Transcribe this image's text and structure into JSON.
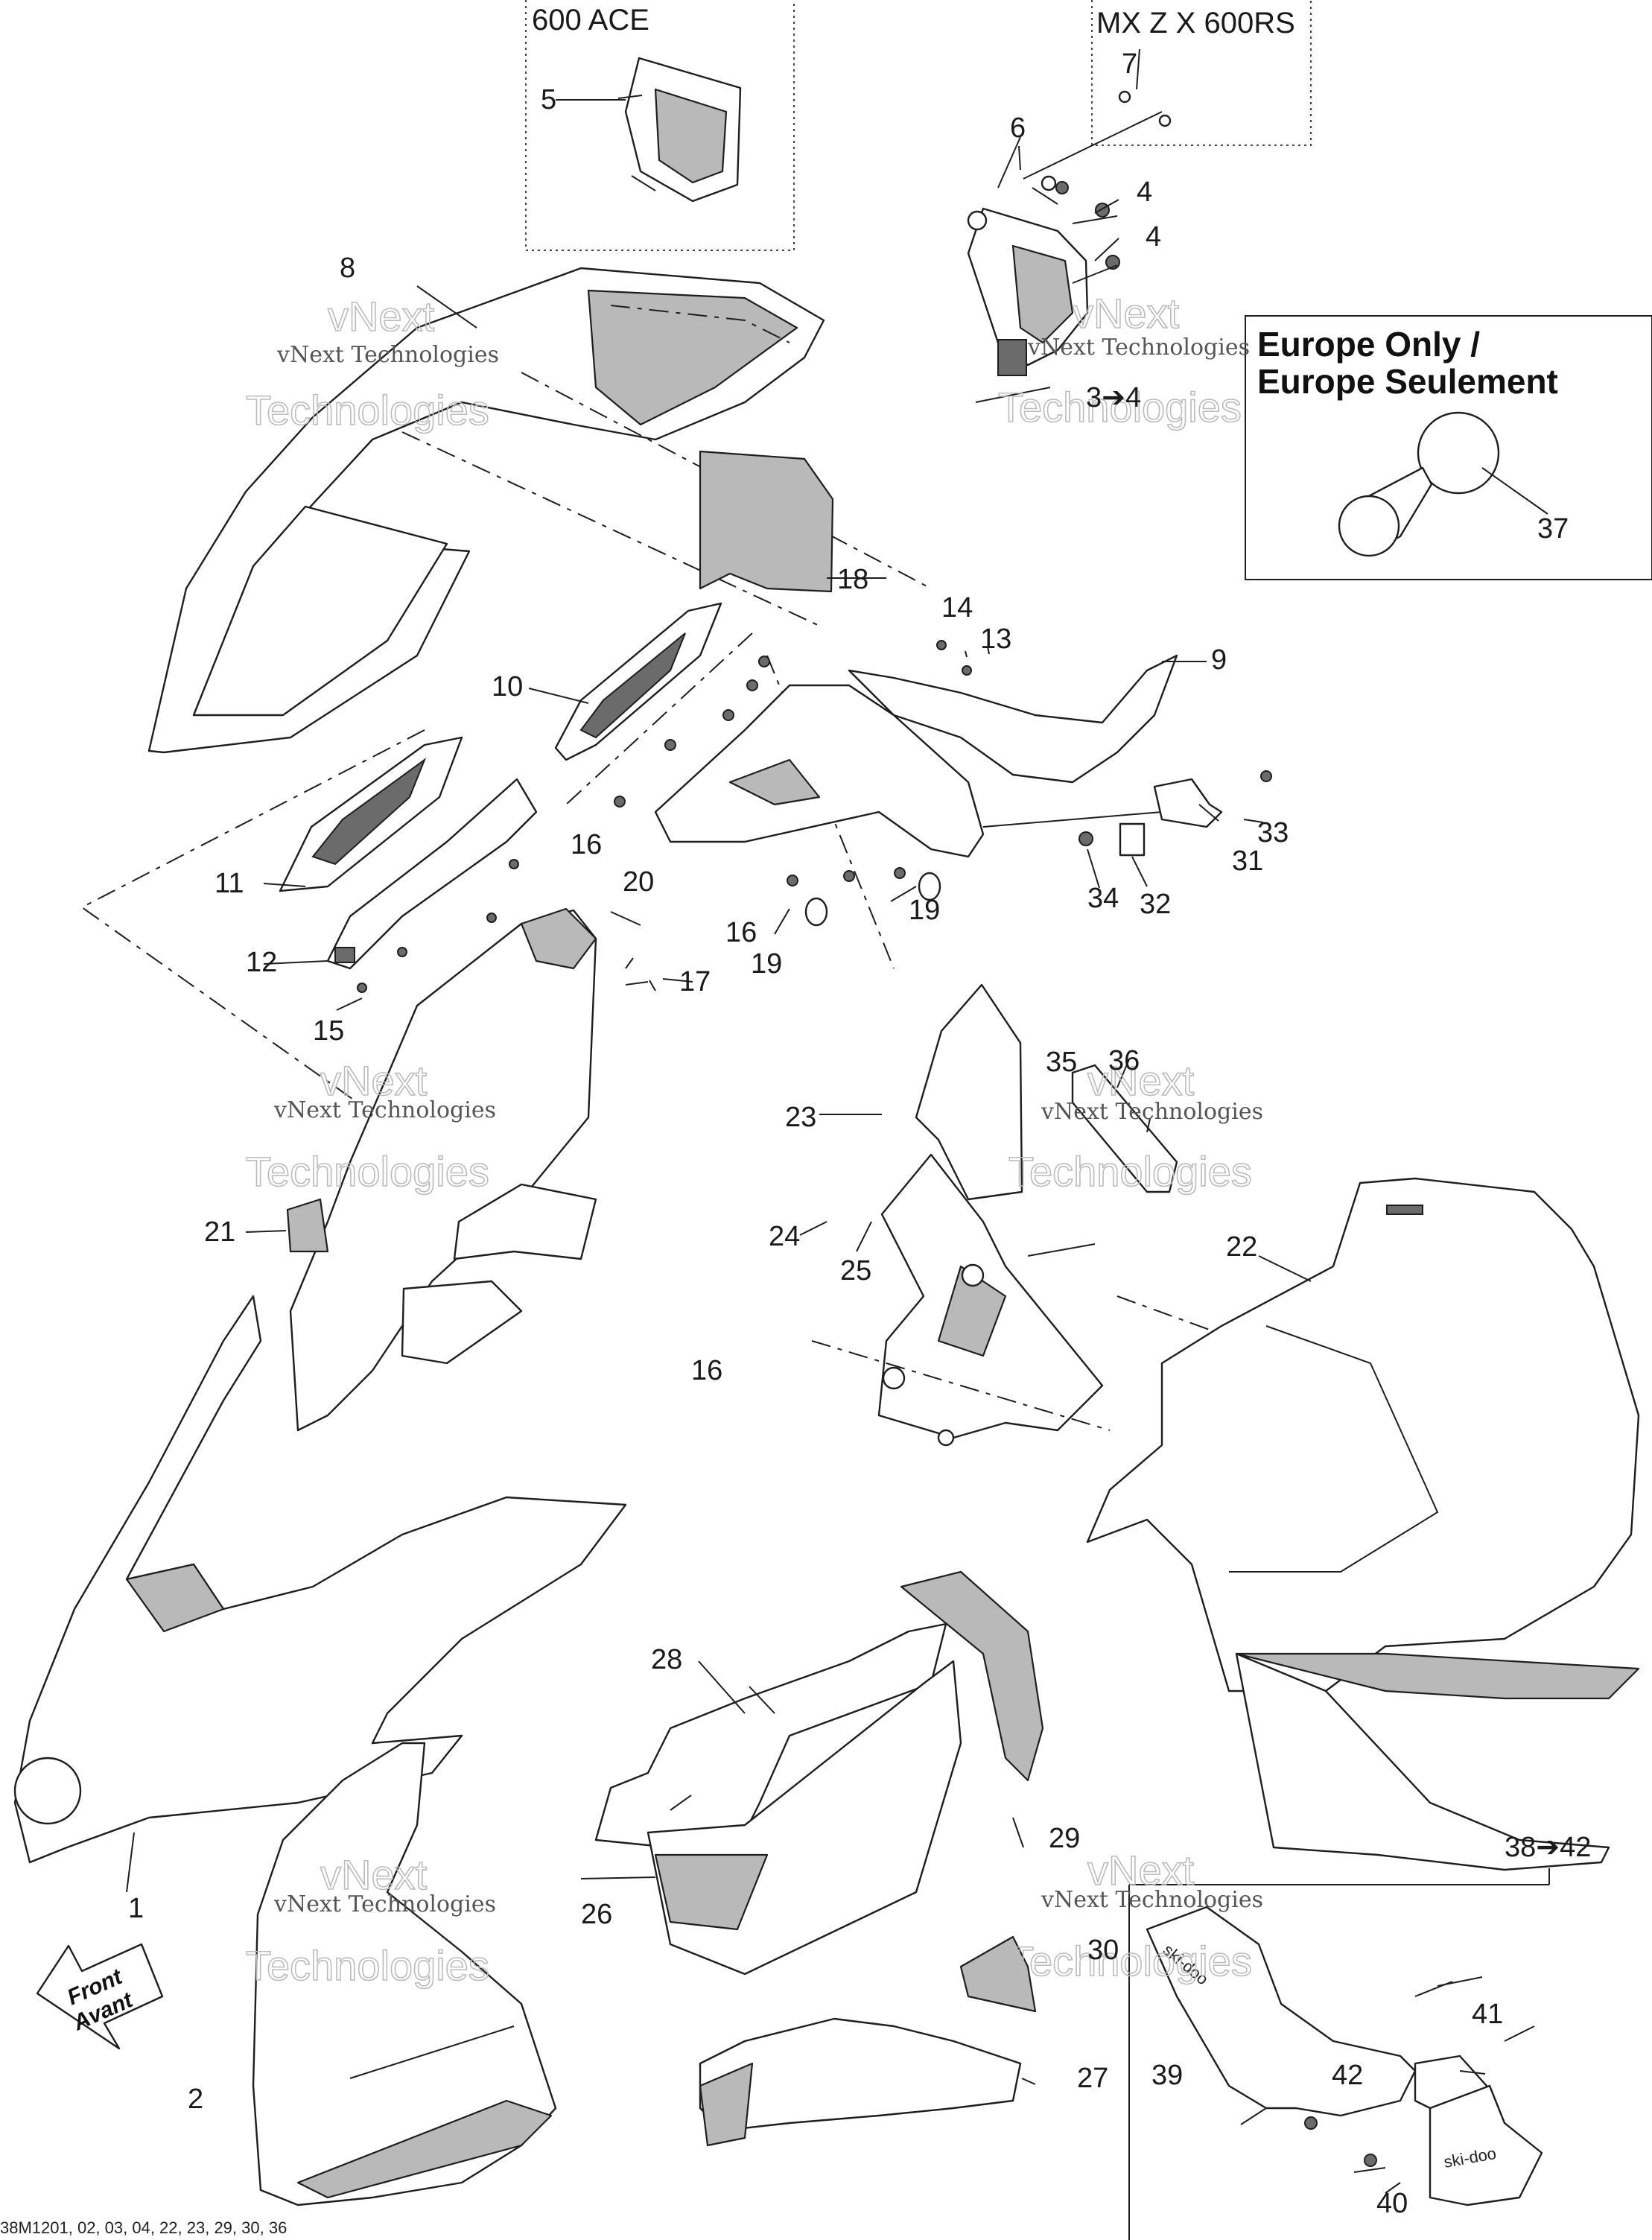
{
  "variants": {
    "ace": "600 ACE",
    "mxz": "MX Z X 600RS",
    "europe_line1": "Europe Only /",
    "europe_line2": "Europe Seulement",
    "kit": "38➔42",
    "range_3_4": "3➔4"
  },
  "front_arrow": {
    "line1": "Front",
    "line2": "Avant"
  },
  "watermark": {
    "line1": "vNext Technologies",
    "line2": "vNext",
    "line3": "Technologies"
  },
  "decal": "ski-doo",
  "footer": "38M1201, 02, 03, 04, 22, 23, 29, 30, 36",
  "callouts": {
    "c1": "1",
    "c2": "2",
    "c4a": "4",
    "c4b": "4",
    "c5": "5",
    "c6": "6",
    "c7": "7",
    "c8": "8",
    "c9": "9",
    "c10": "10",
    "c11": "11",
    "c12": "12",
    "c13": "13",
    "c14": "14",
    "c15": "15",
    "c16a": "16",
    "c16b": "16",
    "c16c": "16",
    "c17": "17",
    "c18": "18",
    "c19a": "19",
    "c19b": "19",
    "c20": "20",
    "c21": "21",
    "c22": "22",
    "c23": "23",
    "c24": "24",
    "c25": "25",
    "c26": "26",
    "c27": "27",
    "c28": "28",
    "c29": "29",
    "c30": "30",
    "c31": "31",
    "c32": "32",
    "c33": "33",
    "c34": "34",
    "c35": "35",
    "c36": "36",
    "c37": "37",
    "c39": "39",
    "c40": "40",
    "c41": "41",
    "c42": "42"
  }
}
